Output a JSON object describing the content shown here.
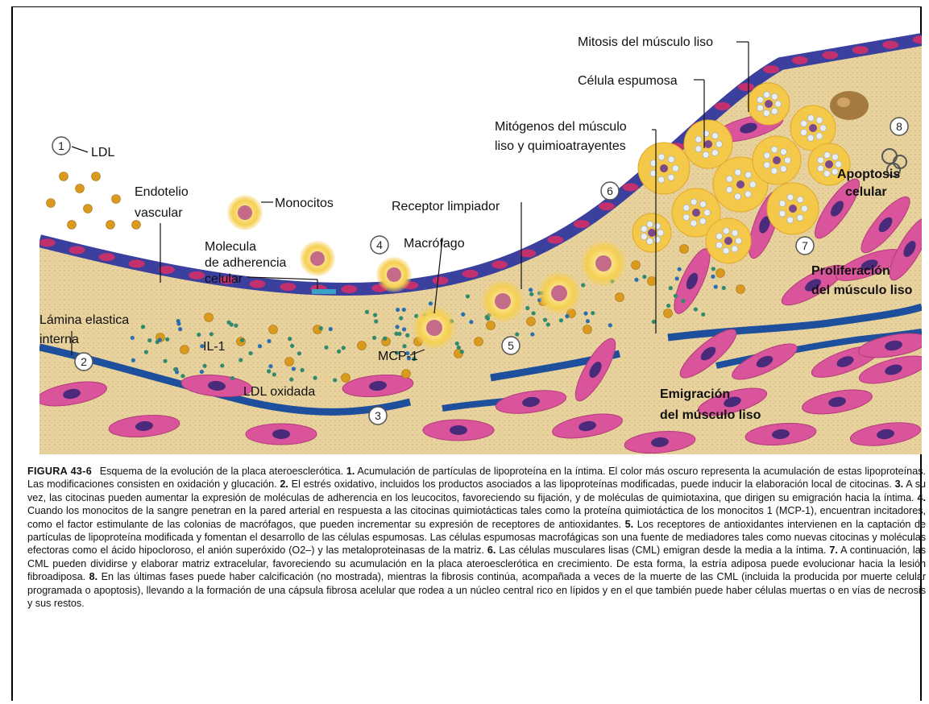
{
  "labels": {
    "ldl": "LDL",
    "endotelio": [
      "Endotelio",
      "vascular"
    ],
    "monocitos": "Monocitos",
    "molecula": [
      "Molecula",
      "de adherencia",
      "celular"
    ],
    "lamina": [
      "Lámina elastica",
      "interna"
    ],
    "il1": "IL-1",
    "ldl_oxidada": "LDL oxidada",
    "macrofago": "Macrófago",
    "mcp1": "MCP-1",
    "receptor": "Receptor limpiador",
    "mitogenos": [
      "Mitógenos del músculo",
      "liso y quimioatrayentes"
    ],
    "celula_espumosa": "Célula espumosa",
    "mitosis": "Mitosis del músculo liso",
    "apoptosis": [
      "Apoptosis",
      "celular"
    ],
    "proliferacion": [
      "Proliferación",
      "del músculo liso"
    ],
    "emigracion": [
      "Emigración",
      "del músculo liso"
    ]
  },
  "steps": [
    "1",
    "2",
    "3",
    "4",
    "5",
    "6",
    "7",
    "8"
  ],
  "caption": {
    "figure": "FIGURA 43-6",
    "lead": "Esquema de la evolución de la placa ateroesclerótica.",
    "items": [
      {
        "num": "1.",
        "text": "Acumulación de partículas de lipoproteína en la íntima. El color más oscuro representa la acumulación de estas lipoproteínas. Las modificaciones consisten en oxidación y glucación."
      },
      {
        "num": "2.",
        "text": "El estrés oxidativo, incluidos los productos asociados a las lipoproteínas modificadas, puede inducir la elaboración local de citocinas."
      },
      {
        "num": "3.",
        "text": "A su vez, las citocinas pueden aumentar la expresión de moléculas de adherencia en los leucocitos, favoreciendo su fijación, y de moléculas de quimiotaxina, que dirigen su emigración hacia la íntima."
      },
      {
        "num": "4.",
        "text": "Cuando los monocitos de la sangre penetran en la pared arterial en respuesta a las citocinas quimiotácticas tales como la proteína quimiotáctica de los monocitos 1 (MCP-1), encuentran incitadores, como el factor estimulante de las colonias de macrófagos, que pueden incrementar su expresión de receptores de antioxidantes."
      },
      {
        "num": "5.",
        "text": "Los receptores de antioxidantes intervienen en la captación de partículas de lipoproteína modificada y fomentan el desarrollo de las células espumosas. Las células espumosas macrofágicas son una fuente de mediadores tales como nuevas citocinas y moléculas efectoras como el ácido hipocloroso, el anión superóxido (O2–) y las metaloproteinasas de la matriz."
      },
      {
        "num": "6.",
        "text": "Las células musculares lisas (CML) emigran desde la media a la íntima."
      },
      {
        "num": "7.",
        "text": "A continuación, las CML pueden dividirse y elaborar matriz extracelular, favoreciendo su acumulación en la placa ateroesclerótica en crecimiento. De esta forma, la estría adiposa puede evolucionar hacia la lesión fibroadiposa."
      },
      {
        "num": "8.",
        "text": "En las últimas fases puede haber calcificación (no mostrada), mientras la fibrosis continúa, acompañada a veces de la muerte de las CML (incluida la producida por muerte celular programada o apoptosis), llevando a la formación de una cápsula fibrosa acelular que rodea a un núcleo central rico en lípidos y en el que también puede haber células muertas o en vías de necrosis y sus restos."
      }
    ]
  },
  "colors": {
    "intima": "#e9d3a0",
    "endothelium": "#3b3f9e",
    "smooth_muscle": "#d9549a",
    "nucleus": "#4a2a7a",
    "lamina": "#1e4f9c",
    "ldl": "#d99a1e",
    "mcp": "#2f8a6e"
  }
}
